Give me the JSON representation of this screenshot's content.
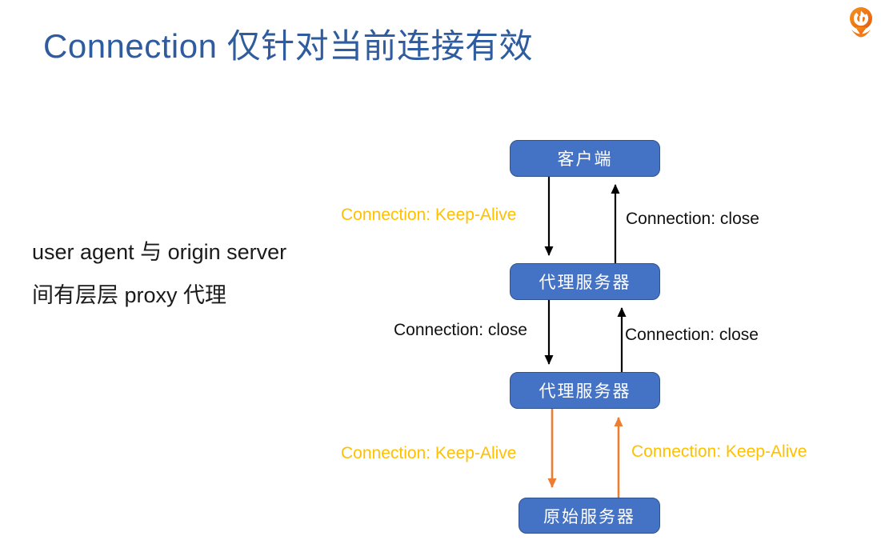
{
  "slide": {
    "title": "Connection 仅针对当前连接有效",
    "note_line1": "user agent 与 origin server",
    "note_line2": "间有层层 proxy 代理"
  },
  "logo": {
    "name": "geekbang-logo",
    "color": "#ed6a1e"
  },
  "diagram": {
    "nodes": [
      {
        "id": "client",
        "label": "客户端"
      },
      {
        "id": "proxy1",
        "label": "代理服务器"
      },
      {
        "id": "proxy2",
        "label": "代理服务器"
      },
      {
        "id": "origin",
        "label": "原始服务器"
      }
    ],
    "edges": [
      {
        "from": "client",
        "to": "proxy1",
        "direction": "down",
        "label": "Connection: Keep-Alive",
        "label_color": "#ffc000",
        "arrow_color": "#000000"
      },
      {
        "from": "proxy1",
        "to": "client",
        "direction": "up",
        "label": "Connection: close",
        "label_color": "#111111",
        "arrow_color": "#000000"
      },
      {
        "from": "proxy1",
        "to": "proxy2",
        "direction": "down",
        "label": "Connection: close",
        "label_color": "#111111",
        "arrow_color": "#000000"
      },
      {
        "from": "proxy2",
        "to": "proxy1",
        "direction": "up",
        "label": "Connection: close",
        "label_color": "#111111",
        "arrow_color": "#000000"
      },
      {
        "from": "proxy2",
        "to": "origin",
        "direction": "down",
        "label": "Connection: Keep-Alive",
        "label_color": "#ffc000",
        "arrow_color": "#ed7d31"
      },
      {
        "from": "origin",
        "to": "proxy2",
        "direction": "up",
        "label": "Connection: Keep-Alive",
        "label_color": "#ffc000",
        "arrow_color": "#ed7d31"
      }
    ]
  },
  "colors": {
    "title": "#2e5c9e",
    "node_fill": "#4472c4",
    "node_border": "#2f528f",
    "node_text": "#ffffff",
    "keep_alive_label": "#ffc000",
    "close_label": "#111111",
    "orange_arrow": "#ed7d31",
    "black_arrow": "#000000",
    "background": "#ffffff"
  }
}
